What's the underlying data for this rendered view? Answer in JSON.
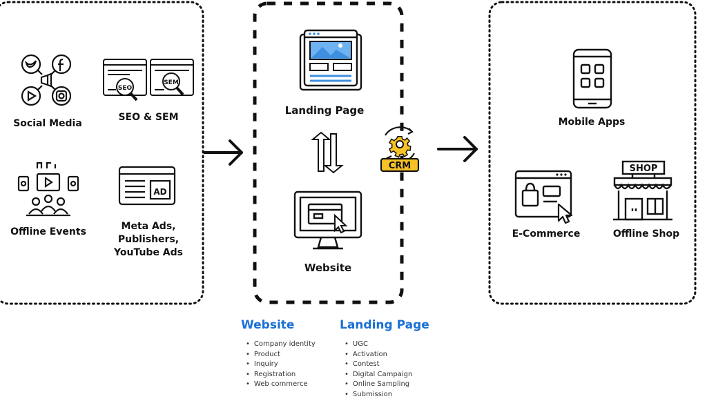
{
  "sources": {
    "social_media": "Social Media",
    "seo_sem": "SEO & SEM",
    "offline_events": "Offline Events",
    "paid_ads": "Meta Ads, Publishers, YouTube Ads",
    "seo_badge": "SEO",
    "sem_badge": "SEM",
    "ad_badge": "AD"
  },
  "middle": {
    "landing_page": "Landing Page",
    "website": "Website",
    "crm": "CRM"
  },
  "destinations": {
    "mobile_apps": "Mobile Apps",
    "ecommerce": "E-Commerce",
    "offline_shop": "Offline Shop",
    "shop_sign": "SHOP"
  },
  "details": {
    "website_title": "Website",
    "website_items": [
      "Company identity",
      "Product",
      "Inquiry",
      "Registration",
      "Web commerce"
    ],
    "landing_title": "Landing Page",
    "landing_items": [
      "UGC",
      "Activation",
      "Contest",
      "Digital Campaign",
      "Online Sampling",
      "Submission"
    ]
  },
  "colors": {
    "accent_blue": "#1a6fd6",
    "icon_blue": "#3f8fe0",
    "crm_yellow": "#f6c225",
    "stroke": "#111111"
  }
}
